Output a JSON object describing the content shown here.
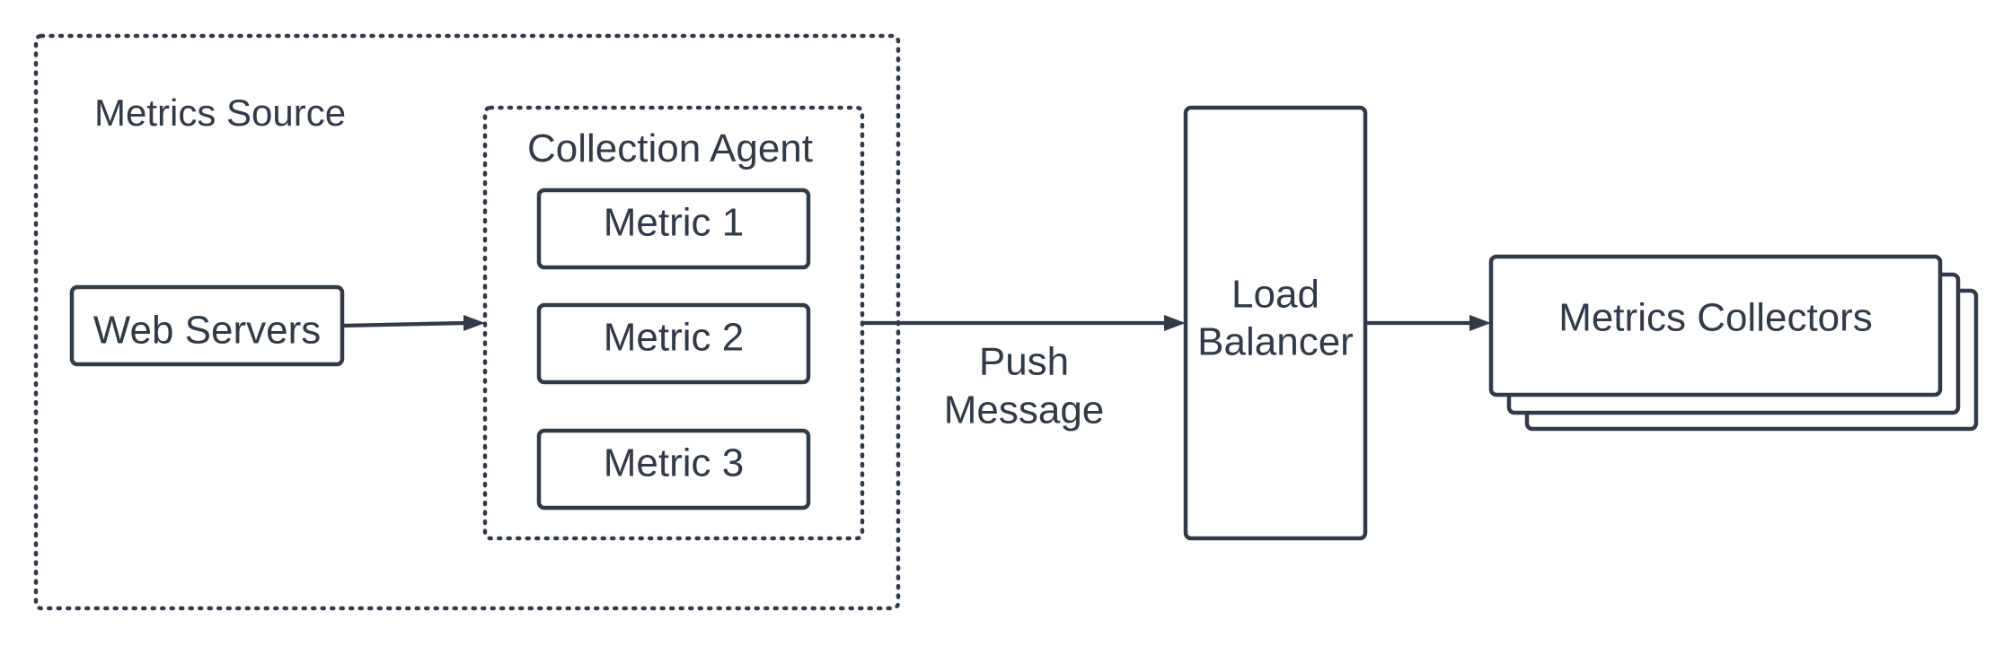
{
  "diagram": {
    "containers": {
      "metrics_source": {
        "label": "Metrics Source"
      },
      "collection_agent": {
        "label": "Collection Agent"
      }
    },
    "nodes": {
      "web_servers": {
        "label": "Web Servers"
      },
      "metric_1": {
        "label": "Metric 1"
      },
      "metric_2": {
        "label": "Metric 2"
      },
      "metric_3": {
        "label": "Metric 3"
      },
      "load_balancer": {
        "line1": "Load",
        "line2": "Balancer"
      },
      "metrics_collectors": {
        "label": "Metrics Collectors"
      }
    },
    "edges": {
      "push_message": {
        "line1": "Push",
        "line2": "Message"
      }
    },
    "colors": {
      "stroke": "#333a47",
      "text": "#333a47",
      "background": "#ffffff"
    }
  }
}
